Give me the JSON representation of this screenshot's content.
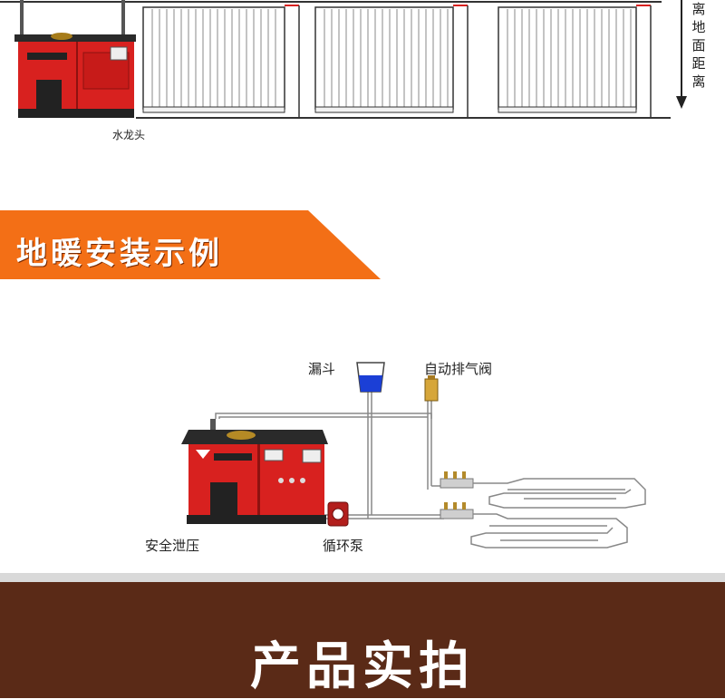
{
  "top_section": {
    "faucet_label": "水龙头",
    "right_vertical_label": "离地面距离"
  },
  "banner": {
    "title": "地暖安装示例",
    "color": "#f36f16"
  },
  "floor_diagram": {
    "labels": {
      "funnel": "漏斗",
      "auto_air_valve": "自动排气阀",
      "safety_relief": "安全泄压",
      "circulation_pump": "循环泵"
    },
    "colors": {
      "boiler_red": "#d8211f",
      "water_blue": "#1b3fd6"
    }
  },
  "bottom_band": {
    "title": "产品实拍",
    "color": "#5a2a17"
  }
}
